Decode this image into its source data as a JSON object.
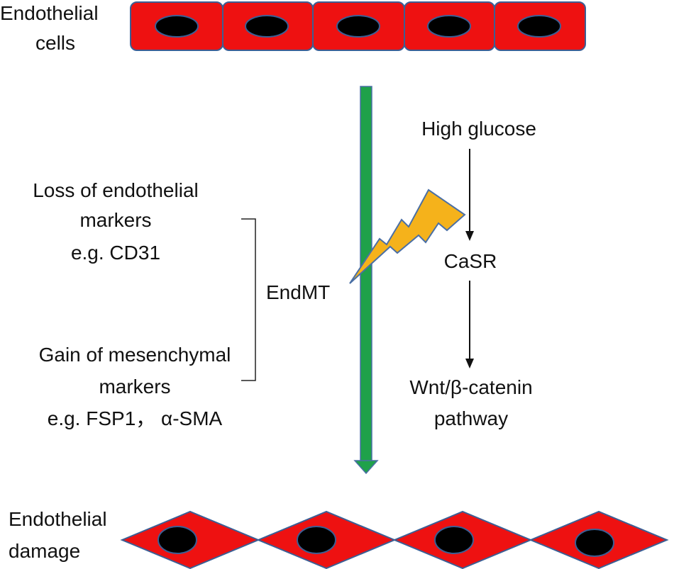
{
  "top_label": {
    "line1": "Endothelial",
    "line2": "cells"
  },
  "bottom_label": {
    "line1": "Endothelial",
    "line2": "damage"
  },
  "left_markers": {
    "loss": {
      "line1": "Loss of endothelial",
      "line2": "markers",
      "line3": "e.g. CD31"
    },
    "gain": {
      "line1": "Gain of mesenchymal",
      "line2": "markers",
      "line3": "e.g. FSP1， α-SMA"
    }
  },
  "center_label": "EndMT",
  "pathway": {
    "step1": "High glucose",
    "step2": "CaSR",
    "step3_line1": "Wnt/β-catenin",
    "step3_line2": "pathway"
  },
  "colors": {
    "cell_fill": "#ee1111",
    "cell_stroke": "#3b5f95",
    "nucleus": "#000000",
    "arrow_green": "#1fa14a",
    "bolt_fill": "#f5b21b",
    "bolt_stroke": "#4a6fa5"
  }
}
